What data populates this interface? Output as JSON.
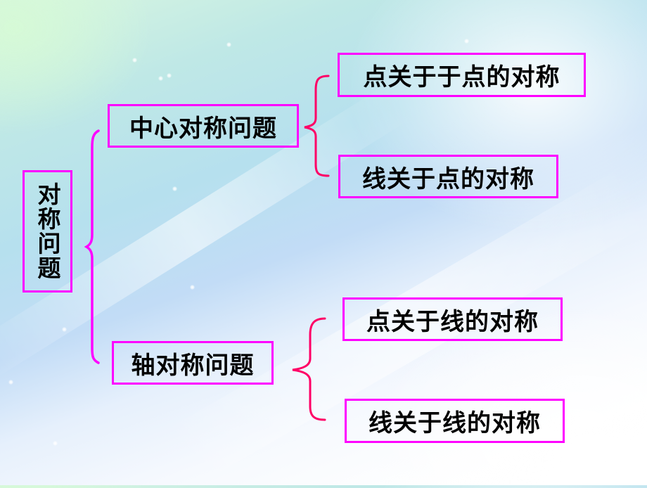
{
  "diagram": {
    "root": {
      "label": "对称问题"
    },
    "branches": [
      {
        "label": "中心对称问题",
        "children": [
          {
            "label": "点关于于点的对称"
          },
          {
            "label": "线关于点的对称"
          }
        ]
      },
      {
        "label": "轴对称问题",
        "children": [
          {
            "label": "点关于线的对称"
          },
          {
            "label": "线关于线的对称"
          }
        ]
      }
    ]
  },
  "colors": {
    "box_border": "#ff00ff",
    "root_brace": "#ff00ff",
    "child_brace": "#ff0066",
    "text": "#000000"
  }
}
